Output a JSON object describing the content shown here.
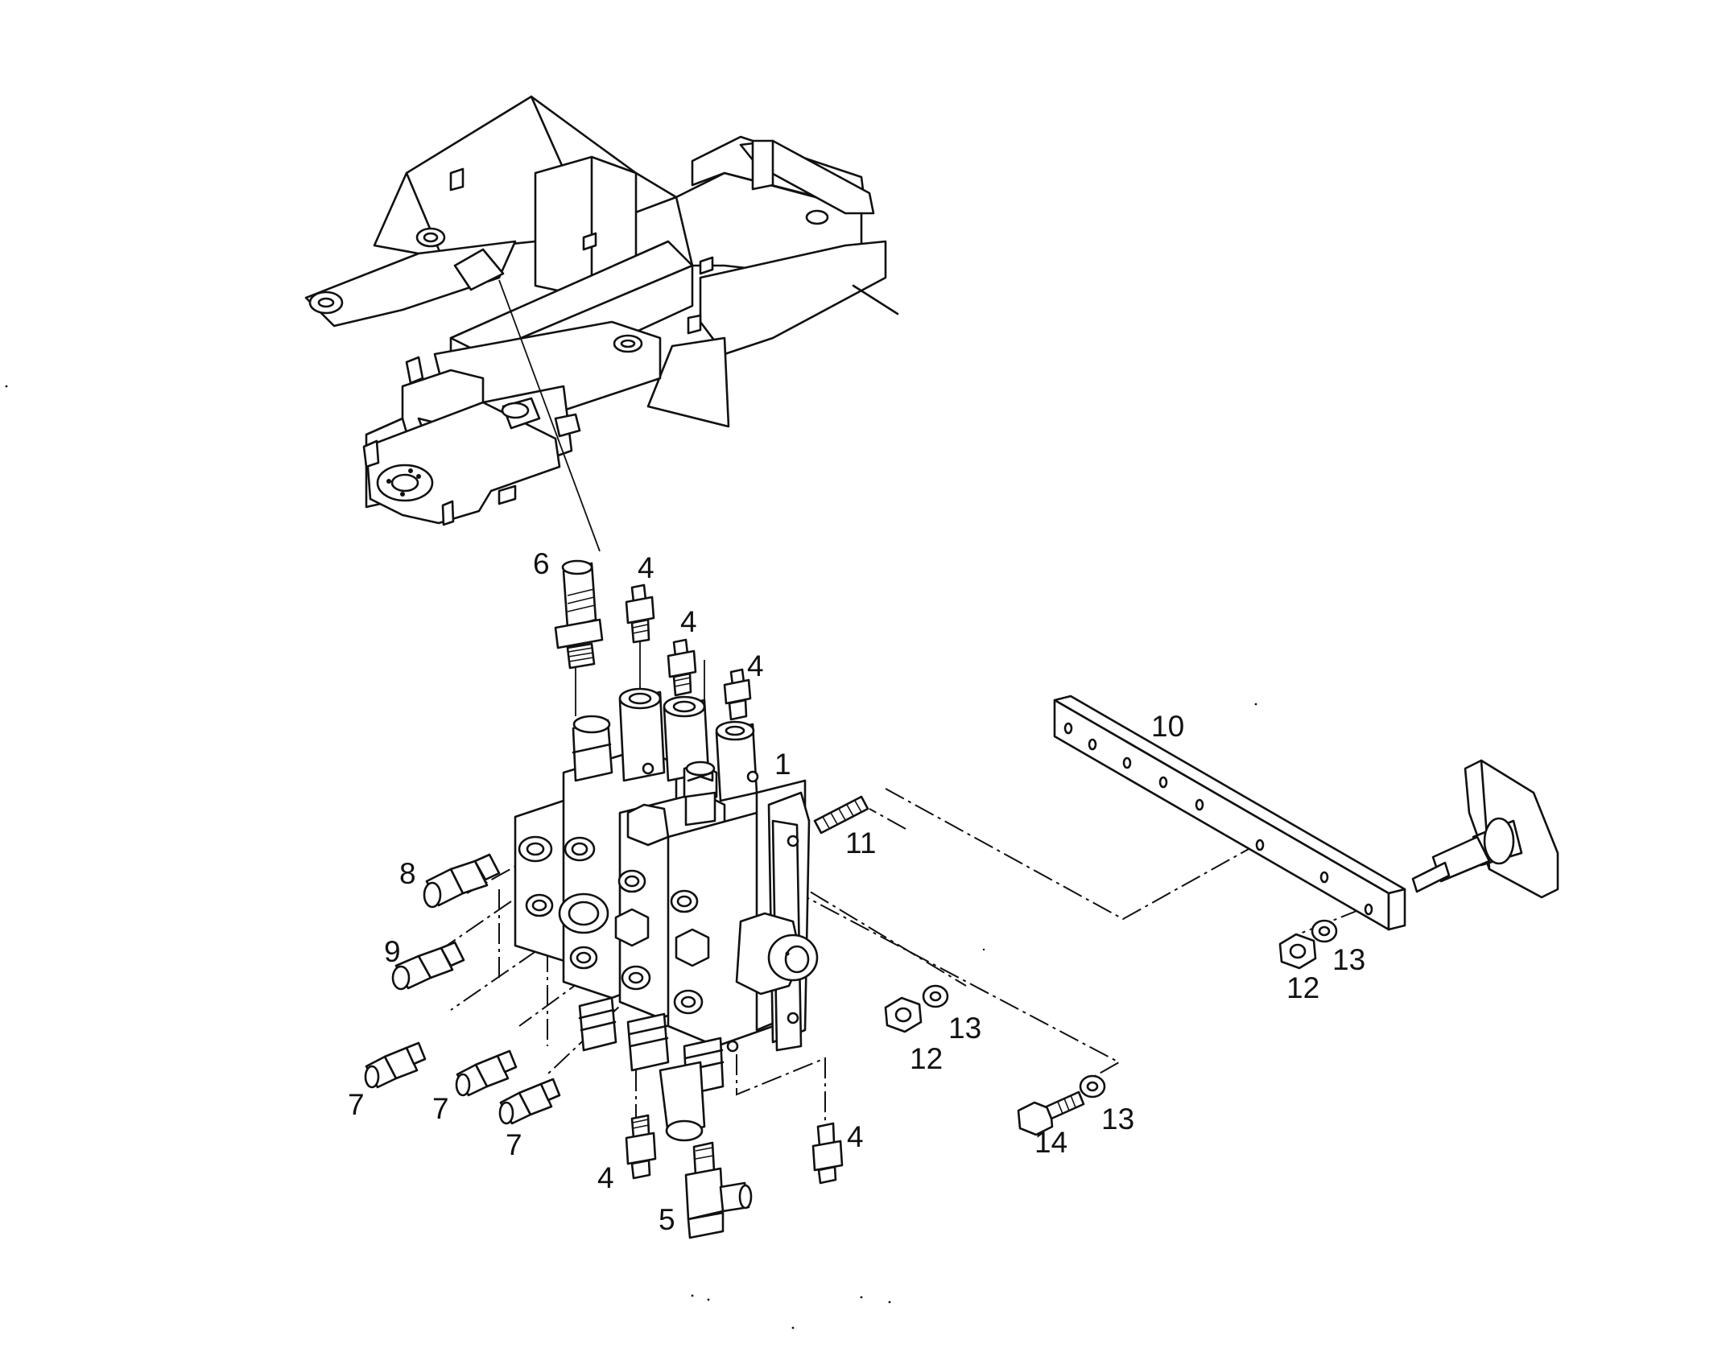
{
  "callouts": {
    "c1": "1",
    "c4a": "4",
    "c4b": "4",
    "c4c": "4",
    "c4d": "4",
    "c4e": "4",
    "c5": "5",
    "c6": "6",
    "c7a": "7",
    "c7b": "7",
    "c7c": "7",
    "c8": "8",
    "c9": "9",
    "c10": "10",
    "c11": "11",
    "c12a": "12",
    "c12b": "12",
    "c13a": "13",
    "c13b": "13",
    "c13c": "13",
    "c14": "14"
  }
}
